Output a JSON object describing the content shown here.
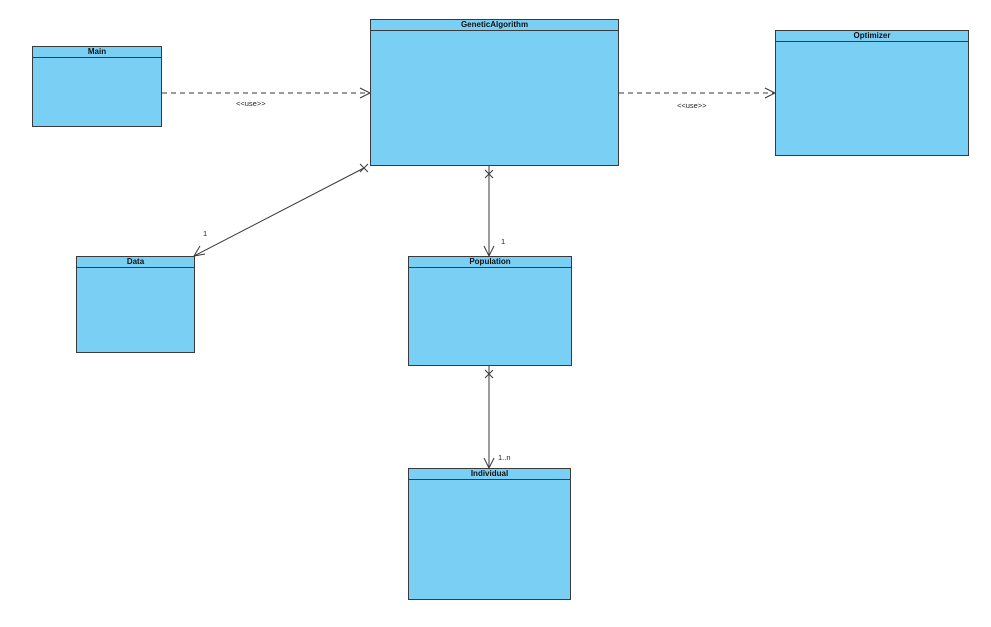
{
  "colors": {
    "class_fill": "#7acff4",
    "class_border": "#3a3a3a",
    "line": "#3a3a3a"
  },
  "classes": {
    "main": "Main",
    "genetic_algorithm": "GeneticAlgorithm",
    "optimizer": "Optimizer",
    "data": "Data",
    "population": "Population",
    "individual": "Individual"
  },
  "relations": {
    "main_uses_ga": {
      "stereotype": "<<use>>"
    },
    "ga_uses_optimizer": {
      "stereotype": "<<use>>"
    },
    "ga_has_data": {
      "multiplicity": "1"
    },
    "ga_has_population": {
      "multiplicity": "1"
    },
    "population_has_individuals": {
      "multiplicity": "1..n"
    }
  }
}
